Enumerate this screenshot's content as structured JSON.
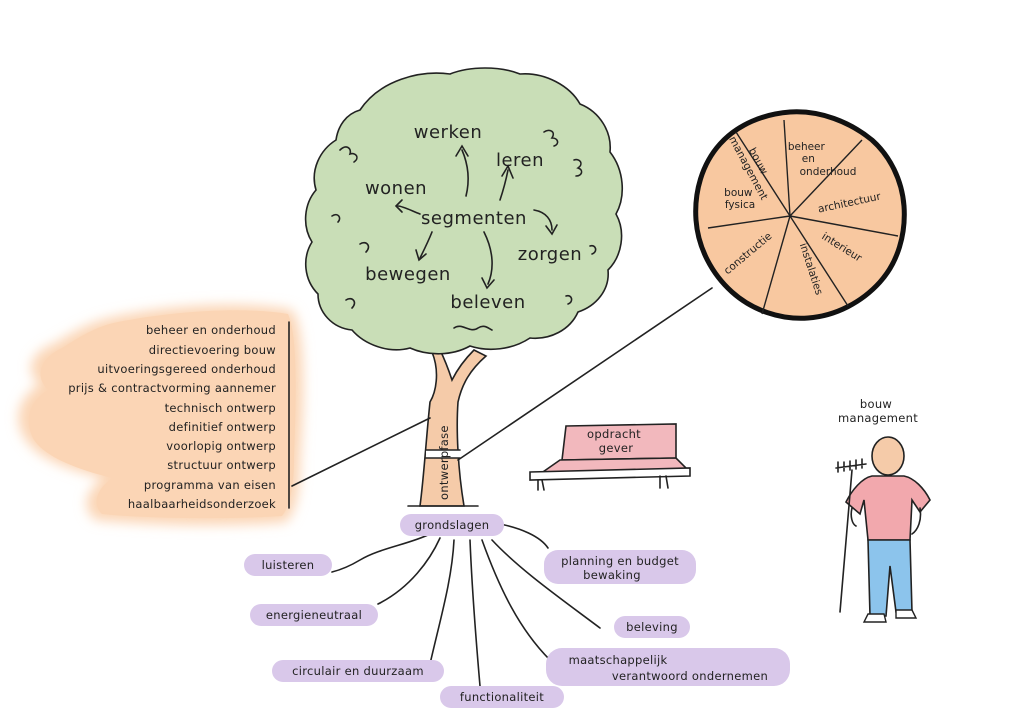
{
  "canopy": {
    "center": "segmenten",
    "segments": [
      "werken",
      "leren",
      "wonen",
      "zorgen",
      "bewegen",
      "beleven"
    ]
  },
  "trunk_label": "ontwerpfase",
  "phases": [
    "beheer en onderhoud",
    "directievoering bouw",
    "uitvoeringsgereed onderhoud",
    "prijs & contractvorming aannemer",
    "technisch ontwerp",
    "definitief ontwerp",
    "voorlopig ontwerp",
    "structuur ontwerp",
    "programma van eisen",
    "haalbaarheidsonderzoek"
  ],
  "disciplines": [
    "bouw management",
    "beheer en onderhoud",
    "architectuur",
    "interieur",
    "instalaties",
    "constructie",
    "bouw fysica"
  ],
  "bench": {
    "label_line1": "opdracht",
    "label_line2": "gever"
  },
  "person": {
    "label_line1": "bouw",
    "label_line2": "management"
  },
  "roots": {
    "main": "grondslagen",
    "items": [
      "luisteren",
      "planning en budget bewaking",
      "energieneutraal",
      "beleving",
      "circulair en duurzaam",
      "maatschappelijk verantwoord ondernemen",
      "functionaliteit"
    ]
  },
  "colors": {
    "canopy": "#c9deb7",
    "trunk": "#f5cba9",
    "phase_blob": "#fbd5b5",
    "disc_slice": "#f8c8a0",
    "bench": "#f2b8bd",
    "pill": "#d9c8ea",
    "shirt": "#f2a8ad",
    "trousers": "#8cc4ec",
    "skin": "#f5cba9"
  }
}
